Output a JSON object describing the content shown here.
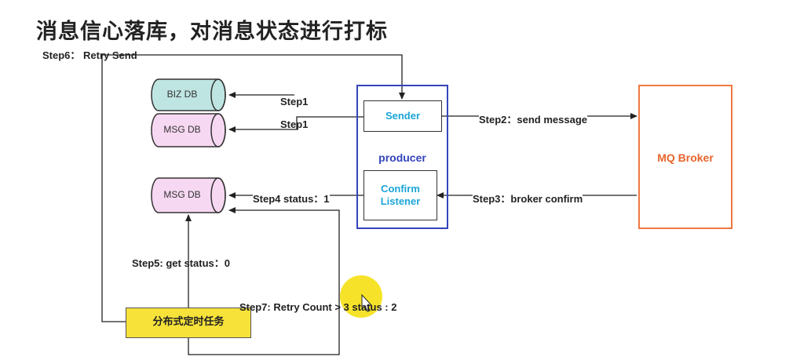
{
  "title": "消息信心落库，对消息状态进行打标",
  "db": {
    "biz": "BIZ DB",
    "msg_top": "MSG DB",
    "msg_bottom": "MSG DB"
  },
  "producer": {
    "label": "producer",
    "sender": "Sender",
    "confirm_line1": "Confirm",
    "confirm_line2": "Listener"
  },
  "broker": {
    "label": "MQ Broker"
  },
  "task": {
    "label": "分布式定时任务"
  },
  "steps": {
    "step6": "Step6： Retry Send",
    "step1a": "Step1",
    "step1b": "Step1",
    "step2": "Step2：send message",
    "step3": "Step3：broker confirm",
    "step4": "Step4 status：1",
    "step5": "Step5: get status：0",
    "step7": "Step7: Retry Count > 3 status : 2"
  },
  "colors": {
    "biz_fill": "#bfe5e2",
    "msg_fill": "#f7d8f2",
    "producer_border": "#3344bb",
    "broker_border": "#f07840",
    "broker_text": "#e8642c",
    "accent_text": "#1aa5d6",
    "task_fill": "#f7e23a",
    "cursor_highlight": "#f5e11e"
  }
}
